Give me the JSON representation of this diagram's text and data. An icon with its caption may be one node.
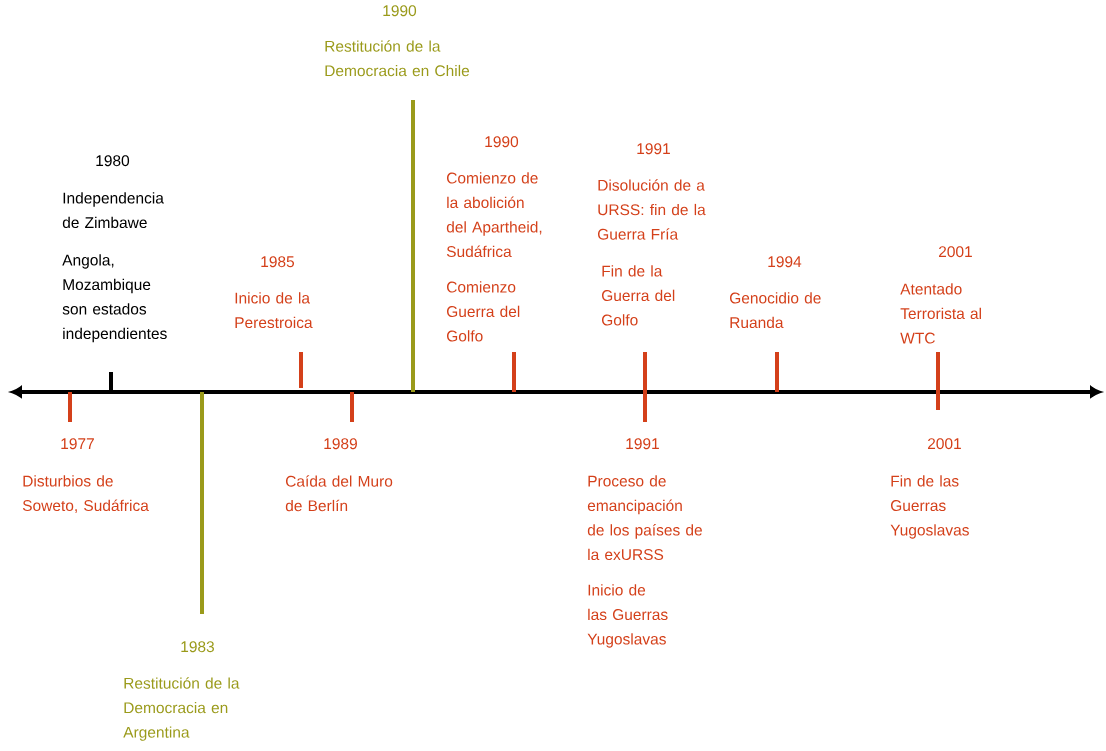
{
  "diagram": {
    "labels": [
      "1990",
      "Restitución de la Democracia en Chile",
      "1990",
      "1991",
      "1980",
      "Comienzo de la abolición del Apartheid, Sudáfrica",
      "Disolución de a URSS: fin de la Guerra Fría",
      "Independencia de Zimbawe",
      "Angola, Mozambique son estados independientes",
      "1985",
      "1994",
      "2001",
      "Comienzo Guerra del Golfo",
      "Fin de la Guerra del Golfo",
      "Inicio de la Perestroica",
      "Genocidio de Ruanda",
      "Atentado Terrorista al WTC",
      "1977",
      "1989",
      "1991",
      "2001",
      "Disturbios de Soweto, Sudáfrica",
      "Caída del Muro de Berlín",
      "Proceso de emancipación de los países de la exURSS",
      "Fin de las Guerras Yugoslavas",
      "Inicio de las Guerras Yugoslavas",
      "1983",
      "Restitución de la Democracia en Argentina"
    ]
  }
}
